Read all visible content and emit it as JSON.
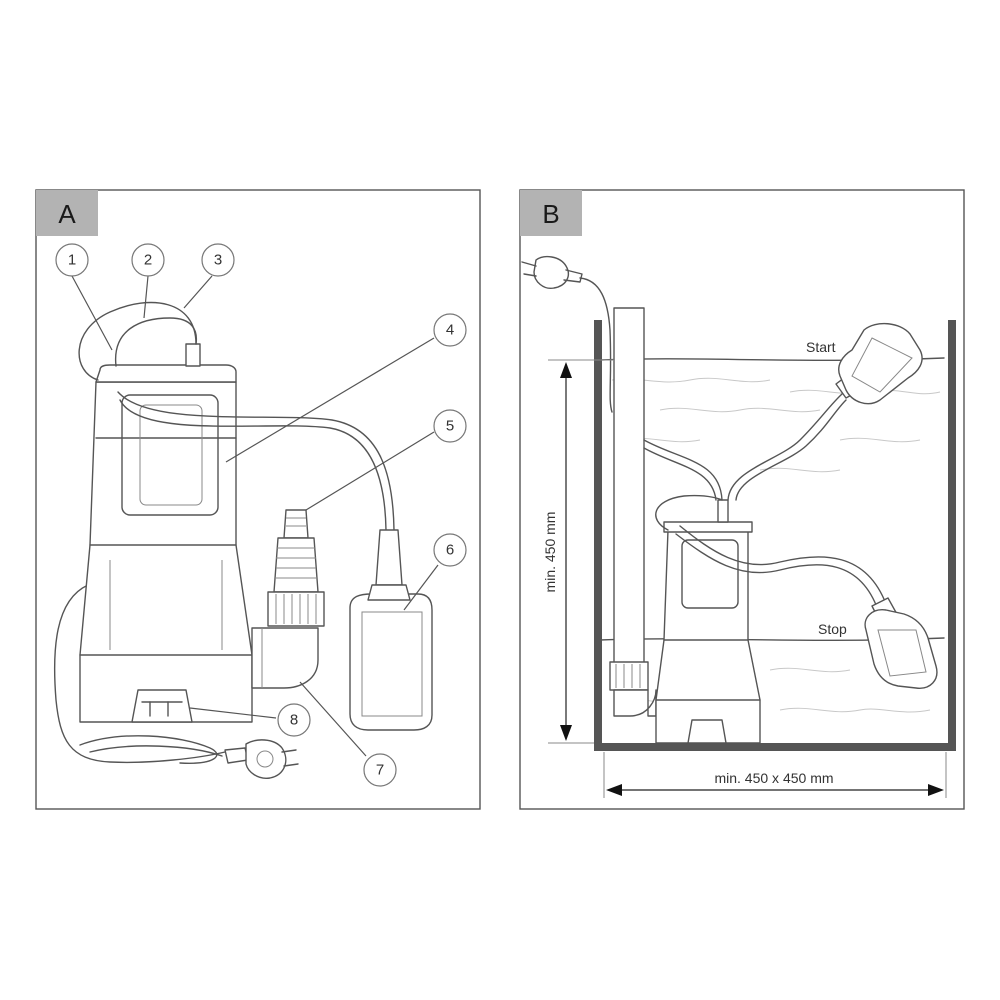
{
  "panels": {
    "a": {
      "tab": "A"
    },
    "b": {
      "tab": "B"
    }
  },
  "callouts": [
    "1",
    "2",
    "3",
    "4",
    "5",
    "6",
    "7",
    "8"
  ],
  "labels": {
    "start": "Start",
    "stop": "Stop",
    "height": "min. 450 mm",
    "width": "min. 450 x 450 mm"
  },
  "icons": [
    "submersible-pump",
    "float-switch",
    "schuko-plug",
    "hose-connector",
    "angle-adapter",
    "water-surface"
  ]
}
